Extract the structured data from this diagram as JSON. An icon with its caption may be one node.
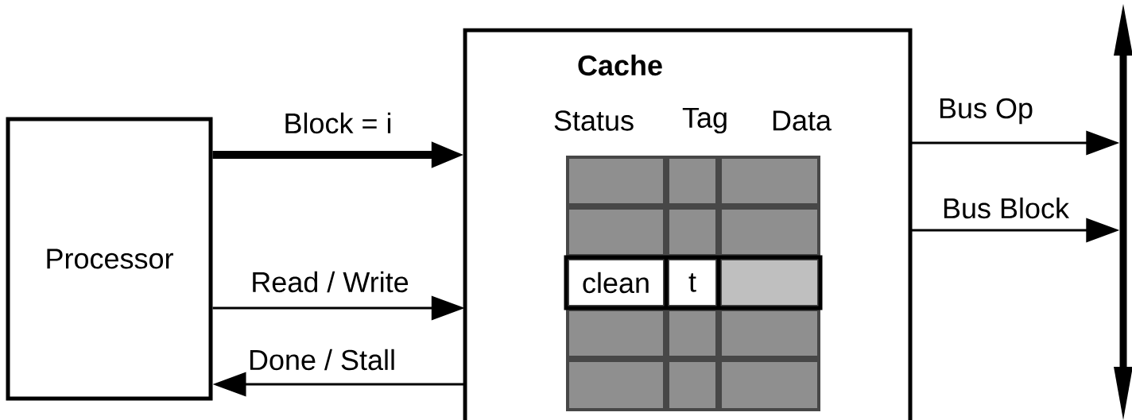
{
  "diagram": {
    "nodes": [
      {
        "text": [
          "Processor"
        ]
      },
      {
        "text": [
          "Cache"
        ]
      },
      {
        "text": [],
        "shape": "bar"
      }
    ],
    "edges": [
      {
        "from": 0,
        "to": 1,
        "arrow": "to",
        "label": "Block = i",
        "style": "thick"
      },
      {
        "from": 0,
        "to": 1,
        "arrow": "to",
        "label": "Read / Write"
      },
      {
        "from": 1,
        "to": 0,
        "arrow": "to",
        "label": "Done / Stall"
      },
      {
        "from": 1,
        "to": 2,
        "arrow": "to",
        "label": "Bus Op"
      },
      {
        "from": 1,
        "to": 2,
        "arrow": "to",
        "label": "Bus Block"
      }
    ],
    "labels": [
      "Status",
      "Tag",
      "Data",
      "clean",
      "t"
    ]
  }
}
